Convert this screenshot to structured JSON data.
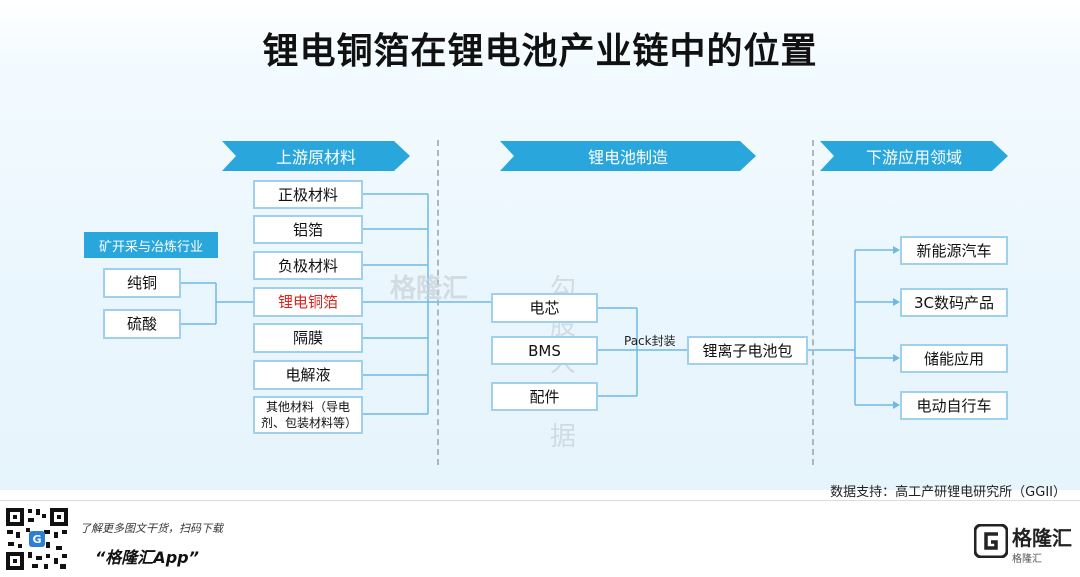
{
  "title": "锂电铜箔在锂电池产业链中的位置",
  "sections": {
    "upstream": "上游原材料",
    "manufacturing": "锂电池制造",
    "downstream": "下游应用领域"
  },
  "mining": {
    "label": "矿开采与冶炼行业",
    "items": [
      "纯铜",
      "硫酸"
    ]
  },
  "raw_materials": [
    "正极材料",
    "铝箔",
    "负极材料",
    "锂电铜箔",
    "隔膜",
    "电解液",
    "其他材料（导电剂、包装材料等）"
  ],
  "manufacturing_items": [
    "电芯",
    "BMS",
    "配件"
  ],
  "pack_label": "Pack封装",
  "battery_pack": "锂离子电池包",
  "applications": [
    "新能源汽车",
    "3C数码产品",
    "储能应用",
    "电动自行车"
  ],
  "watermark": {
    "brand": "格隆汇",
    "partner": "勾股大数据"
  },
  "source": "数据支持：高工产研锂电研究所（GGII）",
  "footer": {
    "promo": "了解更多图文干货，扫码下载",
    "app": "“格隆汇App”",
    "logo_cn": "格隆汇",
    "logo_sub": "格隆汇"
  },
  "colors": {
    "accent": "#29a7dd",
    "box_border": "#9fd0ee",
    "highlight": "#e0241b",
    "line": "#6fb8e3"
  }
}
